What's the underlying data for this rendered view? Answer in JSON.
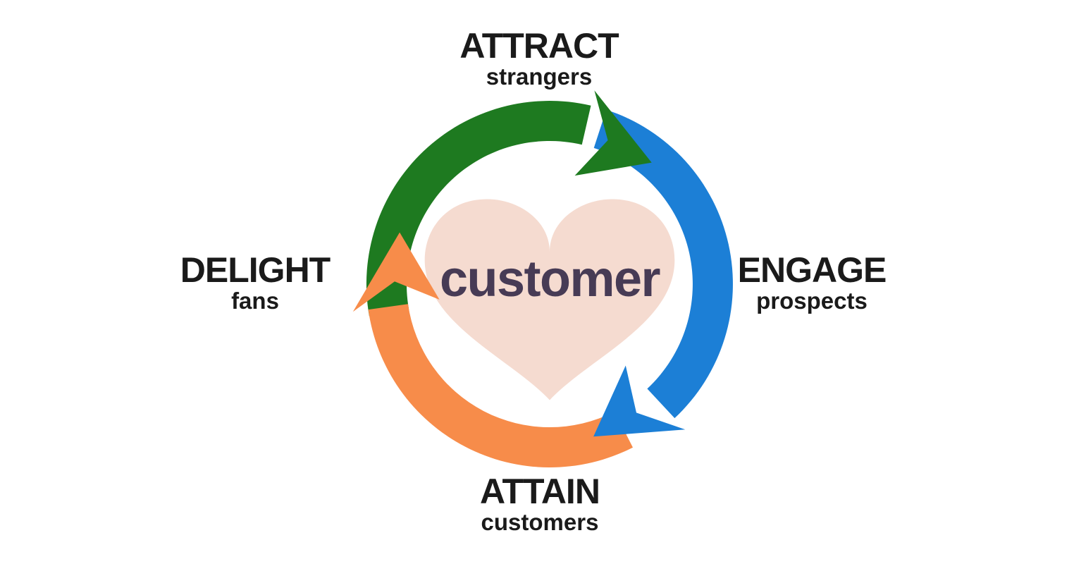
{
  "diagram": {
    "type": "customer-lifecycle-cycle",
    "center_label": "customer",
    "stages": [
      {
        "label": "ATTRACT",
        "sublabel": "strangers",
        "position": "top"
      },
      {
        "label": "ENGAGE",
        "sublabel": "prospects",
        "position": "right"
      },
      {
        "label": "ATTAIN",
        "sublabel": "customers",
        "position": "bottom"
      },
      {
        "label": "DELIGHT",
        "sublabel": "fans",
        "position": "left"
      }
    ]
  },
  "colors": {
    "green": "#1e7a20",
    "blue": "#1c7fd6",
    "orange": "#f78c4a",
    "heart": "#f5dbd0",
    "heart_text": "#473b55",
    "label_text": "#1a1a1a",
    "background": "#ffffff"
  }
}
